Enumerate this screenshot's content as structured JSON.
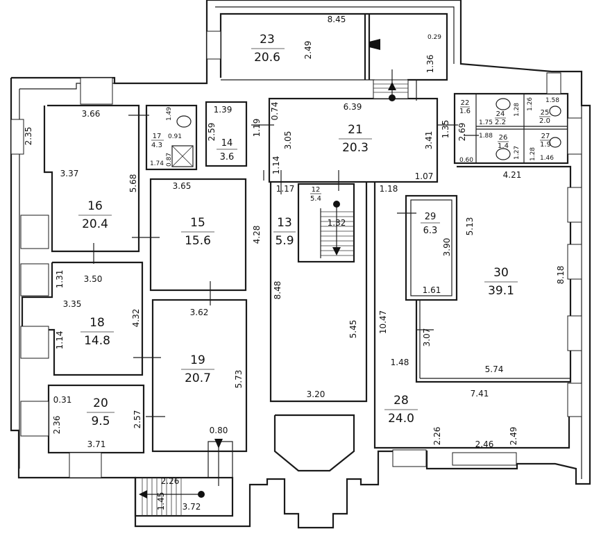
{
  "rooms": [
    {
      "id": "r23",
      "num": "23",
      "area": "20.6"
    },
    {
      "id": "r21",
      "num": "21",
      "area": "20.3"
    },
    {
      "id": "r16",
      "num": "16",
      "area": "20.4"
    },
    {
      "id": "r17",
      "num": "17",
      "area": "4.3"
    },
    {
      "id": "r14",
      "num": "14",
      "area": "3.6"
    },
    {
      "id": "r15",
      "num": "15",
      "area": "15.6"
    },
    {
      "id": "r13",
      "num": "13",
      "area": "5.9"
    },
    {
      "id": "r12",
      "num": "12",
      "area": "5.4"
    },
    {
      "id": "r22",
      "num": "22",
      "area": "1.6"
    },
    {
      "id": "r24",
      "num": "24",
      "area": "2.2"
    },
    {
      "id": "r25",
      "num": "25",
      "area": "2.0"
    },
    {
      "id": "r26",
      "num": "26",
      "area": "1.4"
    },
    {
      "id": "r27",
      "num": "27",
      "area": "1.9"
    },
    {
      "id": "r29",
      "num": "29",
      "area": "6.3"
    },
    {
      "id": "r30",
      "num": "30",
      "area": "39.1"
    },
    {
      "id": "r18",
      "num": "18",
      "area": "14.8"
    },
    {
      "id": "r19",
      "num": "19",
      "area": "20.7"
    },
    {
      "id": "r20",
      "num": "20",
      "area": "9.5"
    },
    {
      "id": "r28",
      "num": "28",
      "area": "24.0"
    }
  ],
  "dimensions": [
    "8.45",
    "2.49",
    "0.29",
    "1.36",
    "6.39",
    "0.74",
    "3.05",
    "3.41",
    "1.35",
    "1.14",
    "1.07",
    "1.17",
    "1.18",
    "3.66",
    "2.35",
    "3.37",
    "5.68",
    "1.49",
    "0.91",
    "0.87",
    "1.74",
    "1.39",
    "2.59",
    "1.19",
    "3.65",
    "4.28",
    "1.32",
    "8.48",
    "5.45",
    "3.20",
    "2.69",
    "0.60",
    "1.75",
    "1.28",
    "1.26",
    "1.58",
    "1.88",
    "1.27",
    "1.28",
    "1.46",
    "4.21",
    "3.90",
    "1.61",
    "5.13",
    "8.18",
    "3.07",
    "10.47",
    "1.48",
    "5.74",
    "7.41",
    "2.26",
    "2.46",
    "2.49",
    "1.31",
    "3.50",
    "3.35",
    "4.32",
    "1.14",
    "3.62",
    "5.73",
    "0.31",
    "2.36",
    "2.57",
    "3.71",
    "0.80",
    "2.26",
    "1.45",
    "3.72"
  ]
}
